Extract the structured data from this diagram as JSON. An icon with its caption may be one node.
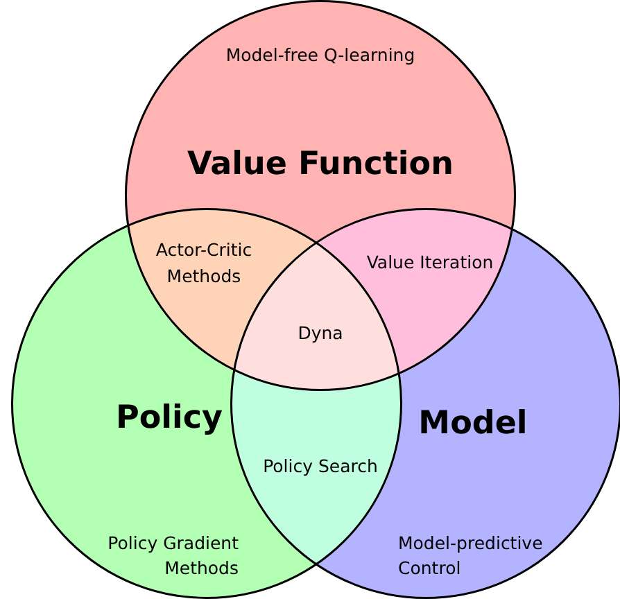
{
  "diagram": {
    "nodes": [
      {
        "text": [
          "Model-free Q-learning",
          "Value Function"
        ]
      },
      {
        "text": [
          "Policy",
          "Policy Gradient Methods"
        ]
      },
      {
        "text": [
          "Model",
          "Model-predictive Control"
        ]
      }
    ],
    "labels": [
      "Actor-Critic Methods",
      "Value Iteration",
      "Dyna",
      "Policy Search"
    ]
  }
}
